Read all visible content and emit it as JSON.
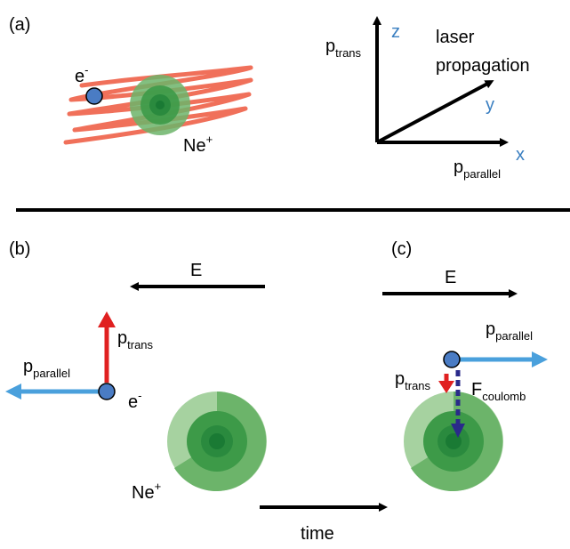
{
  "panels": {
    "a": "(a)",
    "b": "(b)",
    "c": "(c)"
  },
  "labels": {
    "electron": "e",
    "electron_charge": "-",
    "ion": "Ne",
    "ion_charge": "+",
    "p": "p",
    "trans": "trans",
    "parallel": "parallel",
    "laser_line1": "laser",
    "laser_line2": "propagation",
    "axis_x": "x",
    "axis_y": "y",
    "axis_z": "z",
    "field": "E",
    "force": "F",
    "coulomb": "coulomb",
    "time": "time"
  },
  "colors": {
    "laser": "#f0705a",
    "electron": "#4a7cc4",
    "axis_letters": "#3a7fc1",
    "p_trans_arrow": "#e02020",
    "p_parallel_arrow": "#4aa0dc",
    "coulomb_arrow": "#2a2a8a",
    "ion_light": "#a6d2a0",
    "ion_mid": "#6cb46a",
    "ion_dark": "#3d9a48",
    "ion_core": "#1a7a34"
  }
}
